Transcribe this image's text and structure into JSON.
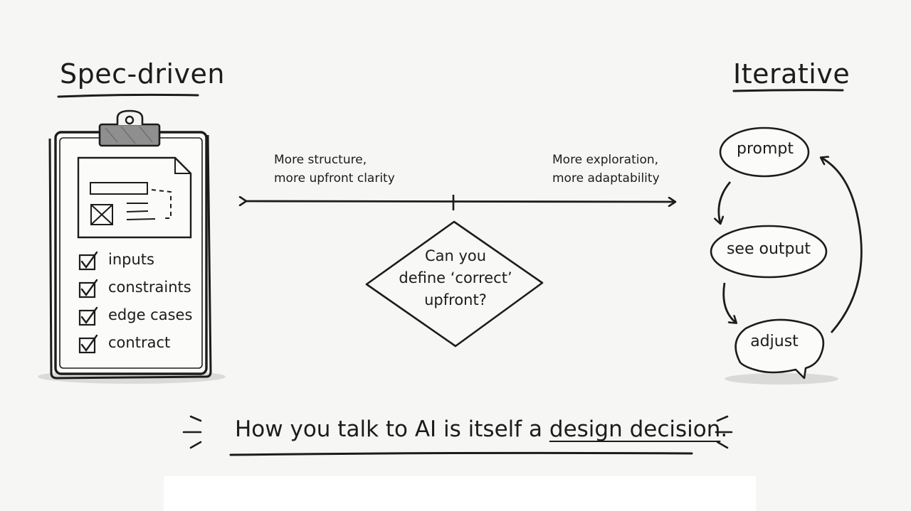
{
  "titles": {
    "left": "Spec-driven",
    "right": "Iterative"
  },
  "spectrum": {
    "left_note_line1": "More structure,",
    "left_note_line2": "more upfront clarity",
    "right_note_line1": "More exploration,",
    "right_note_line2": "more adaptability"
  },
  "decision": {
    "line1": "Can you",
    "line2": "define ‘correct’",
    "line3": "upfront?"
  },
  "checklist": {
    "items": [
      {
        "label": "inputs"
      },
      {
        "label": "constraints"
      },
      {
        "label": "edge cases"
      },
      {
        "label": "contract"
      }
    ]
  },
  "loop": {
    "steps": [
      {
        "label": "prompt"
      },
      {
        "label": "see output"
      },
      {
        "label": "adjust"
      }
    ]
  },
  "tagline": {
    "prefix": "How you talk to AI is itself a ",
    "emphasis": "design decision",
    "suffix": "."
  },
  "colors": {
    "ink": "#1c1c1c",
    "paper": "#f6f6f4",
    "clip": "#8f8f8f",
    "shadow": "#dadad8"
  }
}
